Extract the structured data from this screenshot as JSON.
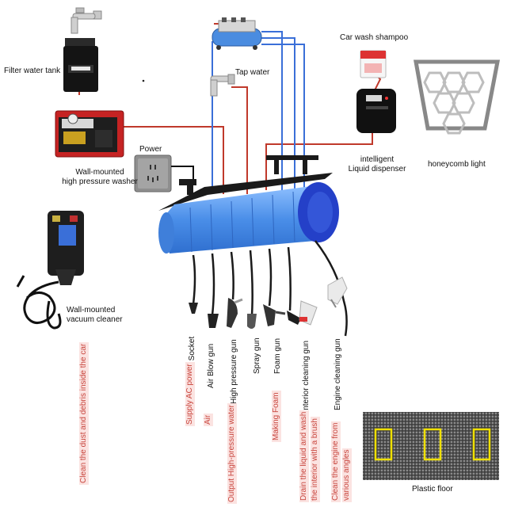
{
  "labels": {
    "filter_tank": "Filter water tank",
    "pressure_washer_line1": "Wall-mounted",
    "pressure_washer_line2": "high pressure washer",
    "power": "Power",
    "tap_water": "Tap water",
    "shampoo": "Car wash shampoo",
    "dispenser_line1": "intelligent",
    "dispenser_line2": "Liquid dispenser",
    "honeycomb": "honeycomb light",
    "vacuum_line1": "Wall-mounted",
    "vacuum_line2": "vacuum cleaner",
    "plastic_floor": "Plastic floor"
  },
  "tools": [
    {
      "name": "AC  Socket",
      "function": "Supply AC power"
    },
    {
      "name": "Air  Blow gun",
      "function": "Air"
    },
    {
      "name": "High  pressure gun",
      "function": "Output High-pressure water"
    },
    {
      "name": "Spray gun",
      "function": ""
    },
    {
      "name": "Foam gun",
      "function": "Making  Foam"
    },
    {
      "name": "interior cleaning gun",
      "function_line1": "Drain the liquid and wash",
      "function_line2": "the interior with a brush"
    },
    {
      "name": "Engine cleaning gun",
      "function_line1": "Clean the engine from",
      "function_line2": "various angles"
    }
  ],
  "vacuum_function": "Clean the dust and debris inside the car",
  "colors": {
    "red_pipe": "#c0392b",
    "blue_pipe": "#3a6fd8",
    "drum": "#5a9bef",
    "function_text": "#c8463e",
    "floor_rect": "#f0e000"
  }
}
